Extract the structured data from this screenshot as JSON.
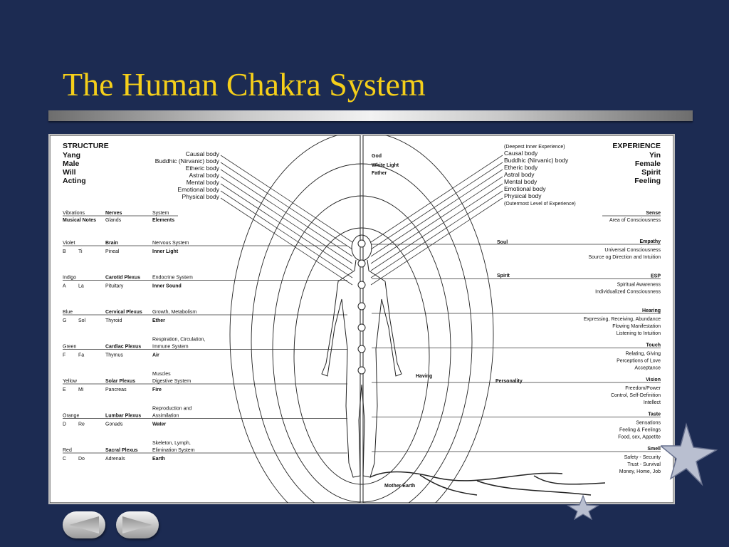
{
  "slide": {
    "title": "The Human Chakra System"
  },
  "structure": {
    "heading": "STRUCTURE",
    "qualities": [
      "Yang",
      "Male",
      "Will",
      "Acting"
    ],
    "bodies": [
      "Causal body",
      "Buddhic (Nirvanic) body",
      "Etheric body",
      "Astral body",
      "Mental body",
      "Emotional body",
      "Physical body"
    ],
    "header_row1": [
      "Vibrations",
      "Nerves",
      "System"
    ],
    "header_row2": [
      "Musical Notes",
      "Glands",
      "Elements"
    ],
    "chakras": [
      {
        "color": "Violet",
        "note": "B",
        "tone": "Ti",
        "nerve": "Brain",
        "gland": "Pineal",
        "system": "Nervous System",
        "system2": "",
        "element": "Inner Light"
      },
      {
        "color": "Indigo",
        "note": "A",
        "tone": "La",
        "nerve": "Carotid Plexus",
        "gland": "Pituitary",
        "system": "Endocrine System",
        "system2": "",
        "element": "Inner Sound"
      },
      {
        "color": "Blue",
        "note": "G",
        "tone": "Sol",
        "nerve": "Cervical Plexus",
        "gland": "Thyroid",
        "system": "Growth, Metabolism",
        "system2": "",
        "element": "Ether"
      },
      {
        "color": "Green",
        "note": "F",
        "tone": "Fa",
        "nerve": "Cardiac Plexus",
        "gland": "Thymus",
        "system": "Respiration, Circulation,",
        "system2": "Immune System",
        "element": "Air"
      },
      {
        "color": "Yellow",
        "note": "E",
        "tone": "Mi",
        "nerve": "Solar Plexus",
        "gland": "Pancreas",
        "system": "Muscles",
        "system2": "Digestive System",
        "element": "Fire"
      },
      {
        "color": "Orange",
        "note": "D",
        "tone": "Re",
        "nerve": "Lumbar Plexus",
        "gland": "Gonads",
        "system": "Reproduction and",
        "system2": "Assimilation",
        "element": "Water"
      },
      {
        "color": "Red",
        "note": "C",
        "tone": "Do",
        "nerve": "Sacral Plexus",
        "gland": "Adrenals",
        "system": "Skeleton, Lymph,",
        "system2": "Elimination System",
        "element": "Earth"
      }
    ]
  },
  "experience": {
    "heading": "EXPERIENCE",
    "qualities": [
      "Yin",
      "Female",
      "Spirit",
      "Feeling"
    ],
    "bodies": [
      "(Deepest Inner Experience)",
      "Causal body",
      "Buddhic (Nirvanic) body",
      "Etheric body",
      "Astral body",
      "Mental body",
      "Emotional body",
      "Physical body",
      "(Outermost Level of Experience)"
    ],
    "god_labels": [
      "God",
      "White Light",
      "Father"
    ],
    "header_sense": "Sense",
    "header_area": "Area of Consciousness",
    "side_labels": [
      {
        "name": "Soul"
      },
      {
        "name": "Spirit"
      },
      {
        "name": "Having"
      },
      {
        "name": "Personality"
      },
      {
        "name": "Mother Earth"
      }
    ],
    "senses": [
      {
        "sense": "Empathy",
        "lines": [
          "Universal Consciousness",
          "Source og Direction and Intuition"
        ]
      },
      {
        "sense": "ESP",
        "lines": [
          "Spiritual Awareness",
          "Individualized Consciousness"
        ]
      },
      {
        "sense": "Hearing",
        "lines": [
          "Expressing, Receiving, Abundance",
          "Flowing Manifestation",
          "Listening to Intuition"
        ]
      },
      {
        "sense": "Touch",
        "lines": [
          "Relating, Giving",
          "Perceptions of Love",
          "Acceptance"
        ]
      },
      {
        "sense": "Vision",
        "lines": [
          "Freedom/Power",
          "Control, Self-Definition",
          "Intellect"
        ]
      },
      {
        "sense": "Taste",
        "lines": [
          "Sensations",
          "Feeling & Feelings",
          "Food, sex, Appetite"
        ]
      },
      {
        "sense": "Smell",
        "lines": [
          "Safety - Security",
          "Trust - Survival",
          "Money, Home, Job"
        ]
      }
    ]
  },
  "navigation": {
    "prev_icon": "triangle-left-icon",
    "next_icon": "triangle-right-icon"
  },
  "colors": {
    "background": "#1c2b52",
    "title": "#f5cf1a",
    "panel": "#ffffff"
  }
}
